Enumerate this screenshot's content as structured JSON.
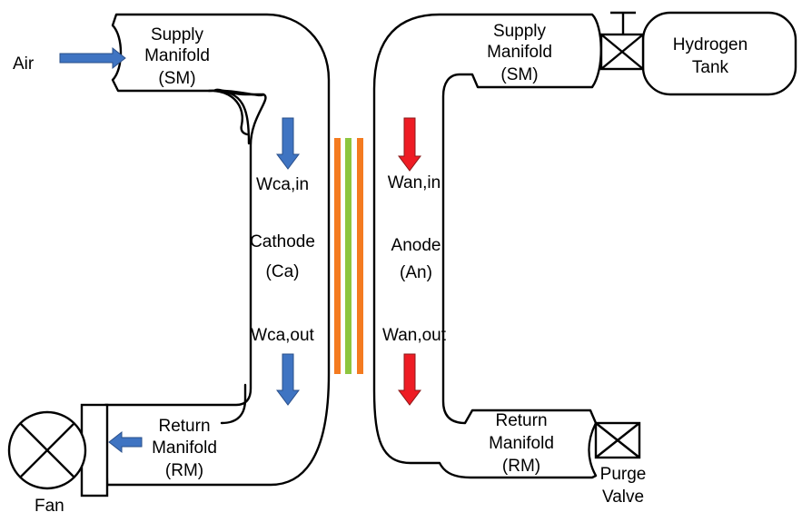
{
  "colors": {
    "blue_arrow": "#3f74c2",
    "red_arrow": "#ee1c24",
    "membrane_orange": "#f47b20",
    "membrane_green": "#8dc63f",
    "stroke": "#000000"
  },
  "icons": {
    "fan": "circle-with-x-icon",
    "valve": "box-with-x-icon"
  },
  "labels": {
    "air": "Air",
    "fan": "Fan",
    "hydrogen_tank_line1": "Hydrogen",
    "hydrogen_tank_line2": "Tank",
    "purge_valve_line1": "Purge",
    "purge_valve_line2": "Valve"
  },
  "cathode_side": {
    "supply_manifold": [
      "Supply",
      "Manifold",
      "(SM)"
    ],
    "return_manifold": [
      "Return",
      "Manifold",
      "(RM)"
    ],
    "flow_in": "Wca,in",
    "flow_out": "Wca,out",
    "name": "Cathode",
    "abbr": "(Ca)"
  },
  "anode_side": {
    "supply_manifold": [
      "Supply",
      "Manifold",
      "(SM)"
    ],
    "return_manifold": [
      "Return",
      "Manifold",
      "(RM)"
    ],
    "flow_in": "Wan,in",
    "flow_out": "Wan,out",
    "name": "Anode",
    "abbr": "(An)"
  }
}
